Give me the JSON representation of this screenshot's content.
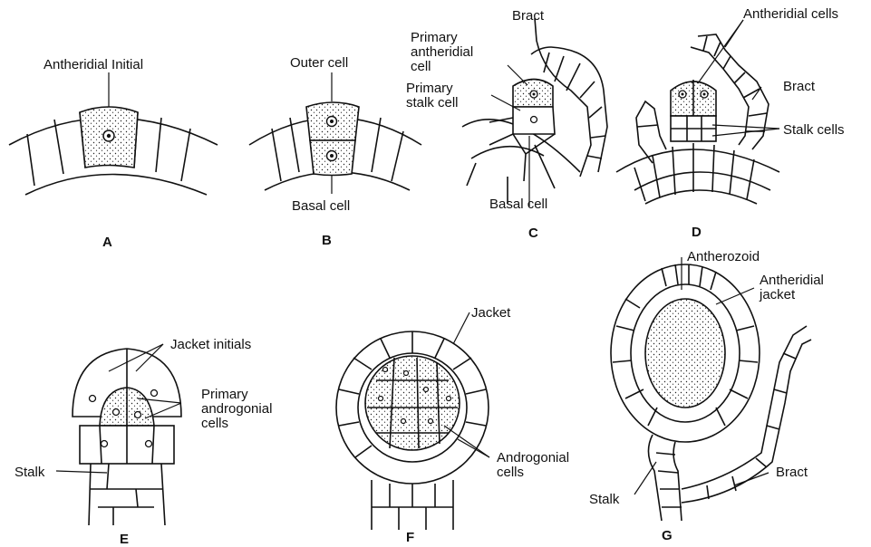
{
  "panels": {
    "a": "A",
    "b": "B",
    "c": "C",
    "d": "D",
    "e": "E",
    "f": "F",
    "g": "G"
  },
  "labels": {
    "antheridial_initial": "Antheridial Initial",
    "outer_cell": "Outer cell",
    "basal_cell_b": "Basal cell",
    "bract_c": "Bract",
    "primary_antheridial_1": "Primary",
    "primary_antheridial_2": "antheridial",
    "primary_antheridial_3": "cell",
    "primary_stalk_1": "Primary",
    "primary_stalk_2": "stalk cell",
    "basal_cell_c": "Basal cell",
    "antheridial_cells": "Antheridial cells",
    "bract_d": "Bract",
    "stalk_cells": "Stalk cells",
    "jacket_initials": "Jacket initials",
    "primary_androgonial_1": "Primary",
    "primary_androgonial_2": "androgonial",
    "primary_androgonial_3": "cells",
    "stalk_e": "Stalk",
    "jacket": "Jacket",
    "androgonial_1": "Androgonial",
    "androgonial_2": "cells",
    "antherozoid": "Antherozoid",
    "antheridial_jacket_1": "Antheridial",
    "antheridial_jacket_2": "jacket",
    "stalk_g": "Stalk",
    "bract_g": "Bract"
  }
}
